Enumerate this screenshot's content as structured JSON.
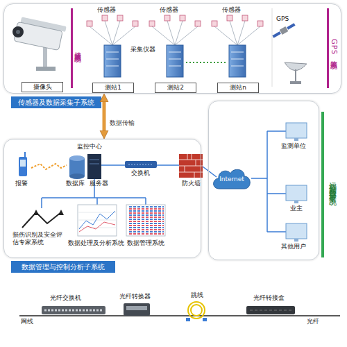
{
  "diagram": {
    "nodes": [
      {
        "text": [
          "传感器及数据采集子系统"
        ]
      },
      {
        "text": [
          "摄像头"
        ],
        "in": 0
      },
      {
        "text": [
          "健康监测系统"
        ],
        "in": 0
      },
      {
        "text": [
          "测站1"
        ],
        "in": 0
      },
      {
        "text": [
          "测站2"
        ],
        "in": 0
      },
      {
        "text": [
          "测站n"
        ],
        "in": 0
      },
      {
        "text": [
          "GPS监测系统"
        ],
        "in": 0
      },
      {
        "text": [
          "监控中心",
          "数据管理与控制分析子系统"
        ]
      },
      {
        "text": [
          "远程监控与数据分析子系统"
        ]
      },
      {
        "text": [
          "Internet"
        ],
        "in": 8
      }
    ],
    "edges": [
      {
        "from": 0,
        "to": 7,
        "label": "数据传输",
        "arrow": "both"
      }
    ],
    "labels": [
      "传感器",
      "传感器",
      "传感器",
      "采集仪器",
      "GPS",
      "报警",
      "数据库",
      "服务器",
      "交换机",
      "防火墙",
      "损伤识别及安全评估专家系统",
      "数据处理及分析系统",
      "数据管理系统",
      "监测单位",
      "业主",
      "其他用户",
      "网线",
      "光纤交换机",
      "光纤转换器",
      "跳线",
      "光纤转接盒",
      "光纤"
    ]
  }
}
